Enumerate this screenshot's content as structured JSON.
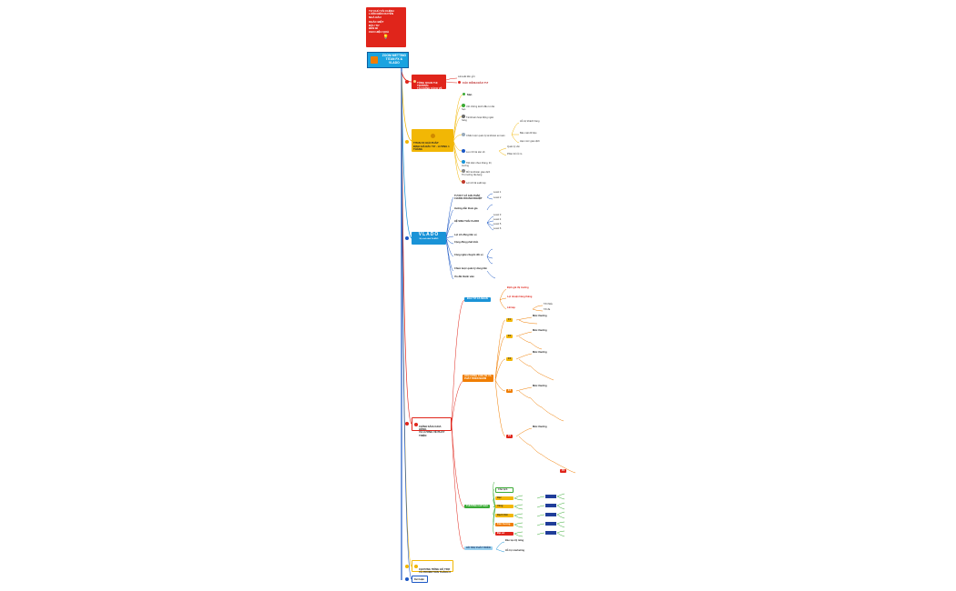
{
  "header": {
    "note_lines": [
      "TỰ CHỦ TÀI CHÍNH",
      "LUÔN ĐẾN DUYÊN",
      "NHÀ ĐẦU",
      "",
      "KHÁC BIỆT",
      "ĐẦU TƯ",
      "BỀN BỈ",
      "CHO HIỆU QUẢ"
    ],
    "root_title": "ZOOM METTING\nTITAN FX & VLADO"
  },
  "branches": {
    "b1": {
      "title": "TỔNG QUAN THỊ TRƯỜNG\nTÀI CHÍNH CÁCH VỀ THỊ\nTRƯỜNG",
      "sub_top": "Lãi suất tiền gửi",
      "sub_main": "CÁC KÊNH ĐẦU TƯ"
    },
    "b2": {
      "title": "TITAN FX GIẢI PHÁP\nĐỊNH GIÁ ĐẦU TƯ - LƯƠNG 1\nTHÁNG",
      "top": "Sàn",
      "items": [
        "Với những kênh đầu tư dài hạn",
        "Tài khoản hoạt động ngân hàng",
        "Chiến lược quản lý tài khoản an toàn",
        "Lưu trữ tài sản số",
        "Tiết kiệm theo tháng, thị trường",
        "Mở tài khoản giao dịch",
        "Thị trường đa dạng",
        "Lợi ích lãi suất kép"
      ],
      "subitems": [
        "Hỗ trợ khách hàng",
        "Bảo mật dữ liệu",
        "Hạn mức giao dịch",
        "Quản lý vốn",
        "Phân bổ rủi ro"
      ]
    },
    "b3": {
      "title": "VLADO",
      "subtitle": "Hệ sinh thái VLADO",
      "items": [
        "TƯ DUY VÀ GIẢI PHÁP CHUNG DOANH NGHIỆP",
        "Hướng dẫn tham gia",
        "HỆ SINH THÁI VLADO",
        "Lợi ích đồng tiền số",
        "Cộng đồng phát triển",
        "Công nghệ chuyển đổi số",
        "Chiến lược quản lý dòng tiền",
        "Ưu đãi thành viên"
      ],
      "leaves": [
        "Level 1",
        "Level 2",
        "Level 3",
        "Level 4",
        "Level 5",
        "Level 6"
      ]
    },
    "b4": {
      "title": "CHÍNH SÁCH HOA HỒNG\nVÀ LƯƠNG VỀ PHÁT TRIỂN",
      "p1": "ĐẦU TƯ CÁ NHÂN",
      "p1_items": [
        "Định giá thị trường",
        "Lợi nhuận hàng tháng",
        "Lãi kép"
      ],
      "p1_leaves": [
        "Tối thiểu",
        "Tối đa"
      ],
      "p2": "HOA HỒNG CHIA SẺ VÀ\nPHÁT TRIỂN NHÓM",
      "levels": [
        "F1",
        "F2",
        "F3",
        "F4",
        "F5",
        "F6"
      ],
      "level_title": "Mức thưởng",
      "p3": "THƯỞNG CẤP BẬC",
      "ranks": [
        "Bạc",
        "Vàng",
        "Bạch Kim",
        "Kim Cương",
        "Đại sứ",
        "Chủ tịch"
      ],
      "p4": "HỖ TRỢ PHÁT TRIỂN",
      "p4_items": [
        "Đào tạo kỹ năng",
        "Hỗ trợ marketing"
      ]
    },
    "b5": {
      "title": "CHƯƠNG TRÌNH HỖ TRỢ\nVÀ PROMOTION THÁNG 6"
    },
    "b6": {
      "title": "Kết luận"
    }
  },
  "colors": {
    "red": "#e0251b",
    "blue": "#1a93d7",
    "yellow": "#f2b705",
    "orange": "#f07d00",
    "green": "#3aaa35",
    "navy": "#1f3d99",
    "line_blue": "#1a56c4"
  }
}
